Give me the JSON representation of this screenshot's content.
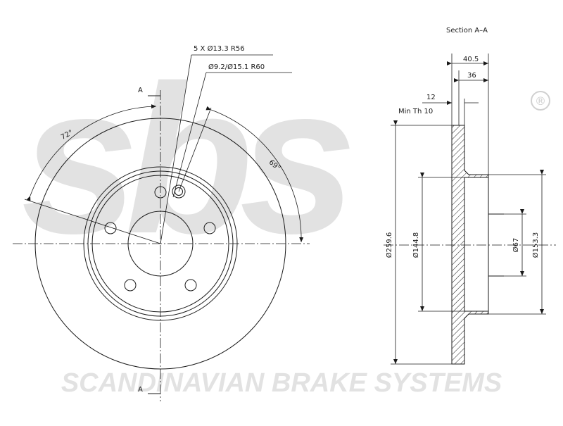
{
  "brand": {
    "watermark_logo": "sbs",
    "registered_mark": "®",
    "tagline": "SCANDINAVIAN BRAKE SYSTEMS",
    "watermark_color": "#e2e2e2"
  },
  "front_view": {
    "section_marker_top": "A",
    "section_marker_bottom": "A",
    "bolt_holes_label": "5 X Ø13.3 R56",
    "threaded_hole_label": "Ø9.2/Ø15.1 R60",
    "angle_left": "72°",
    "angle_right": "69°"
  },
  "section_view": {
    "title": "Section A–A",
    "overall_width": "40.5",
    "hat_width": "36",
    "disc_thickness": "12",
    "min_thickness": "Min Th 10",
    "outer_diameter": "Ø259.6",
    "hat_inner_diameter": "Ø144.8",
    "center_bore": "Ø67",
    "hat_outer_diameter": "Ø153.3"
  }
}
